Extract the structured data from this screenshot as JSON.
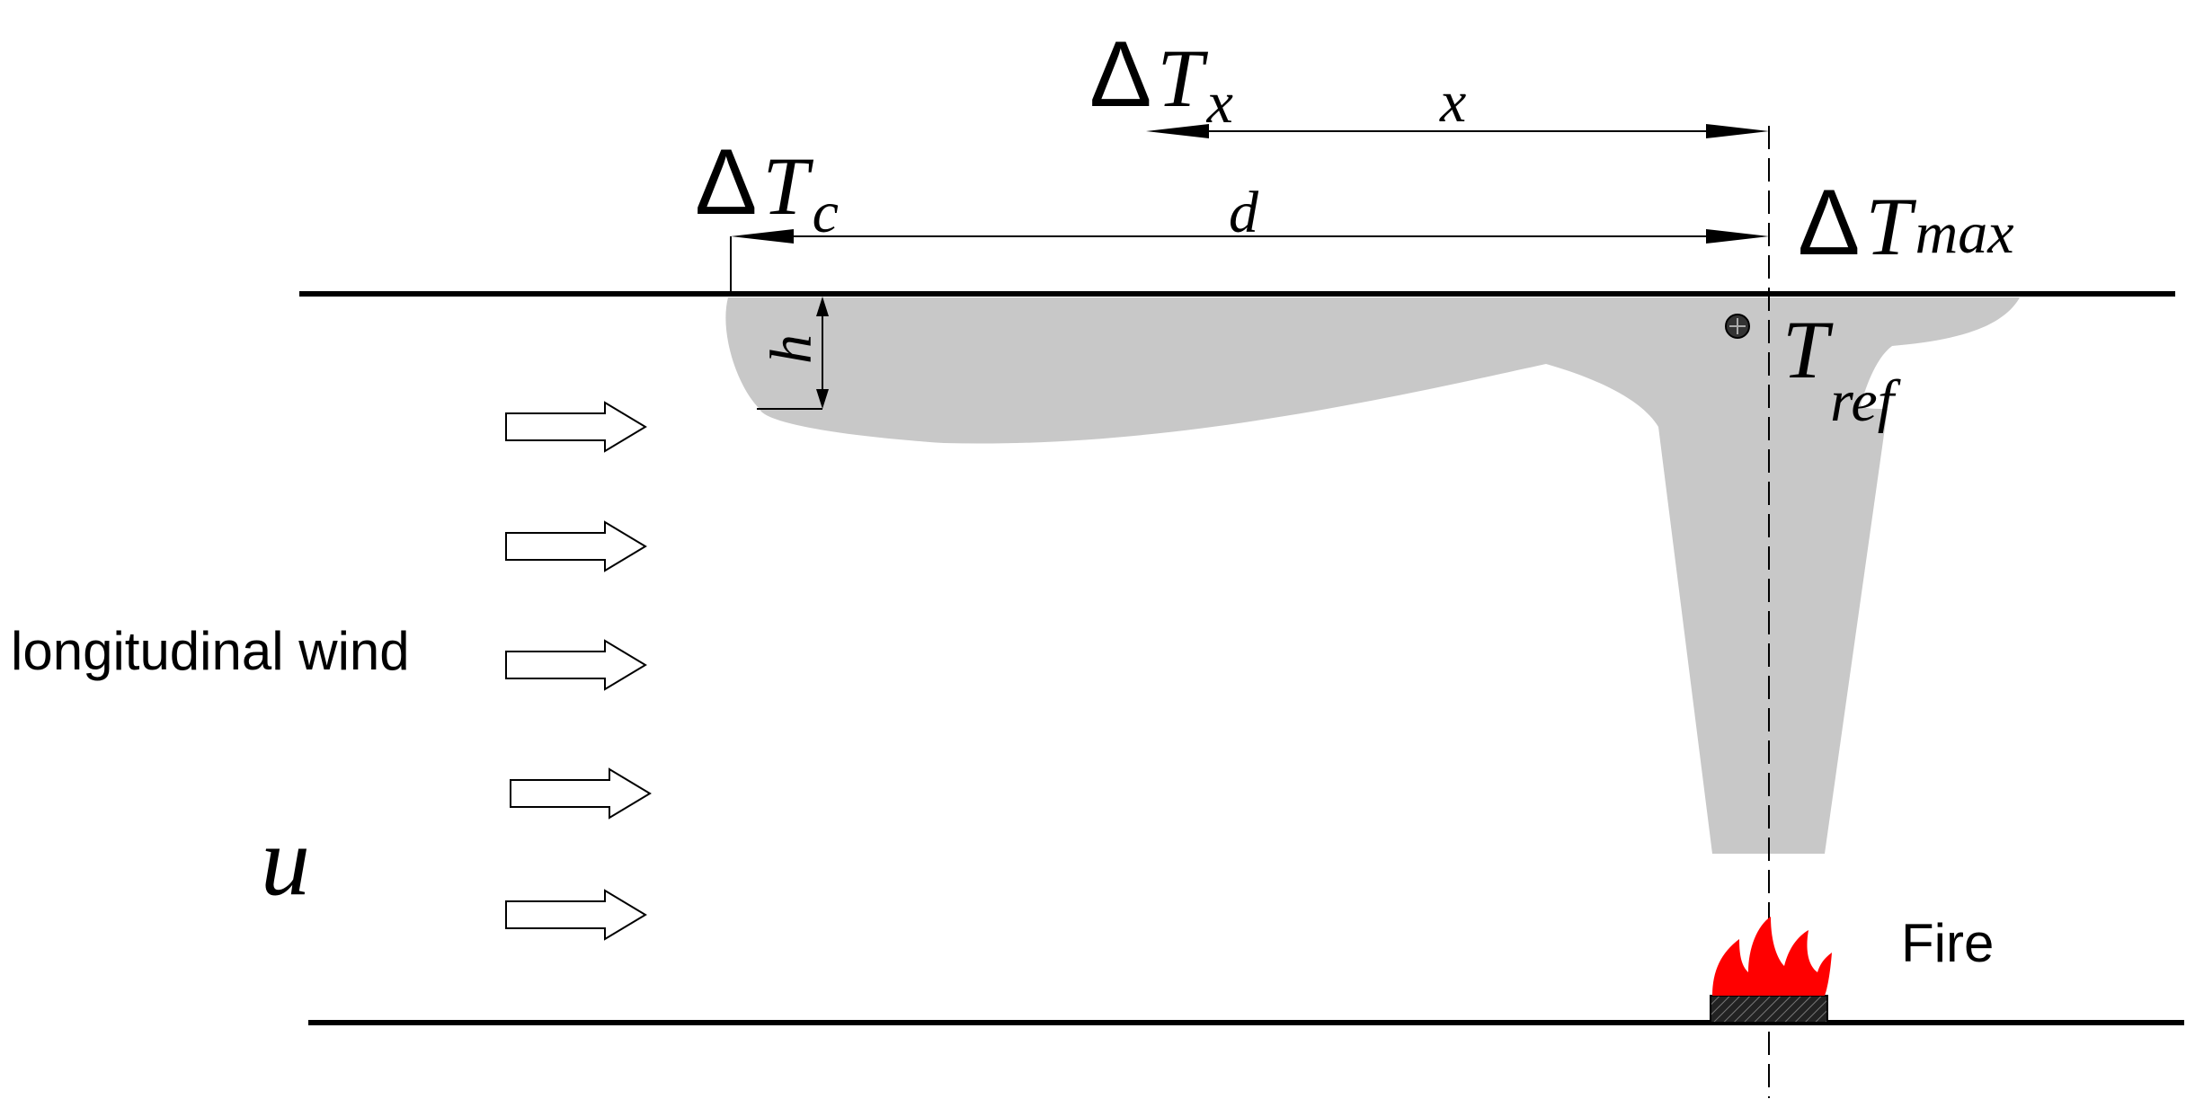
{
  "labels": {
    "delta_tx": {
      "symbol": "Δ",
      "var": "T",
      "sub": "x"
    },
    "delta_tc": {
      "symbol": "Δ",
      "var": "T",
      "sub": "c"
    },
    "delta_tmax": {
      "symbol": "Δ",
      "var": "T",
      "sub": "max"
    },
    "t_ref": {
      "var": "T",
      "sub": "ref"
    },
    "x": "x",
    "d": "d",
    "h": "h",
    "u": "u",
    "wind": "longitudinal wind",
    "fire": "Fire"
  },
  "colors": {
    "smoke": "#c8c8c8",
    "flame": "#ff0000",
    "line": "#000000"
  }
}
